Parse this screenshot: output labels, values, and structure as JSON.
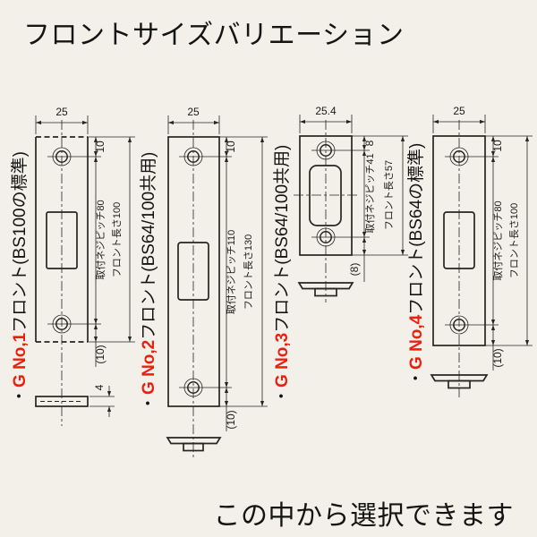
{
  "page": {
    "title": "フロントサイズバリエーション",
    "footer": "この中から選択できます"
  },
  "colors": {
    "background": "#f2f0e9",
    "line": "#26251f",
    "red": "#e8200f",
    "text": "#141412"
  },
  "variants": [
    {
      "bullet": "・",
      "code": "G No,1",
      "name": "フロント(BS100の標準)",
      "width": "25",
      "top_offset": "10",
      "screw_pitch": "取付ネジピッチ80",
      "front_length": "フロント長さ100",
      "bottom_offset": "(10)",
      "thickness": "4"
    },
    {
      "bullet": "・",
      "code": "G No,2",
      "name": "フロント(BS64/100共用)",
      "width": "25",
      "top_offset": "10",
      "screw_pitch": "取付ネジピッチ110",
      "front_length": "フロント長さ130",
      "bottom_offset": "(10)"
    },
    {
      "bullet": "・",
      "code": "G No,3",
      "name": "フロント(BS64/100共用)",
      "width": "25.4",
      "top_offset": "8",
      "screw_pitch": "取付ネジピッチ41",
      "front_length": "フロント長さ57",
      "bottom_offset": "(8)"
    },
    {
      "bullet": "・",
      "code": "G No,4",
      "name": "フロント(BS64の標準)",
      "width": "25",
      "top_offset": "10",
      "screw_pitch": "取付ネジピッチ80",
      "front_length": "フロント長さ100",
      "bottom_offset": "(10)"
    }
  ]
}
